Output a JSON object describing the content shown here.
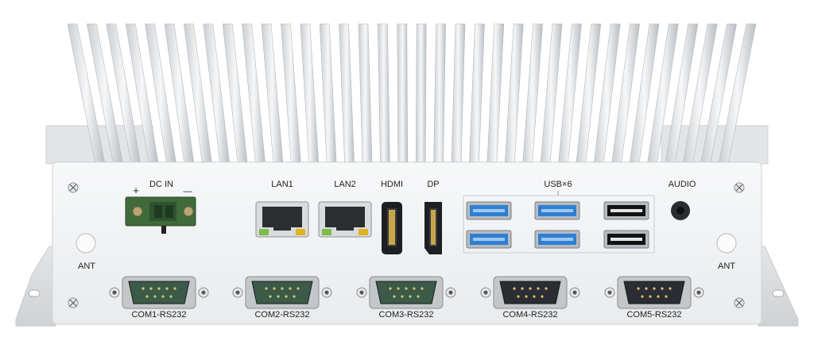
{
  "labels": {
    "dc_in": "DC IN",
    "dc_plus": "+",
    "dc_minus": "—",
    "lan1": "LAN1",
    "lan2": "LAN2",
    "hdmi": "HDMI",
    "dp": "DP",
    "usb": "USB×6",
    "audio": "AUDIO",
    "ant_left": "ANT",
    "ant_right": "ANT",
    "com1": "COM1-RS232",
    "com2": "COM2-RS232",
    "com3": "COM3-RS232",
    "com4": "COM4-RS232",
    "com5": "COM5-RS232"
  },
  "colors": {
    "panel": "#f1f2f3",
    "fin": "#d9dcdf",
    "usb3_blue": "#2f7fd1",
    "terminal_green": "#3f6b3a",
    "com_green": "#3c5a48",
    "com_black": "#2a2d31"
  }
}
